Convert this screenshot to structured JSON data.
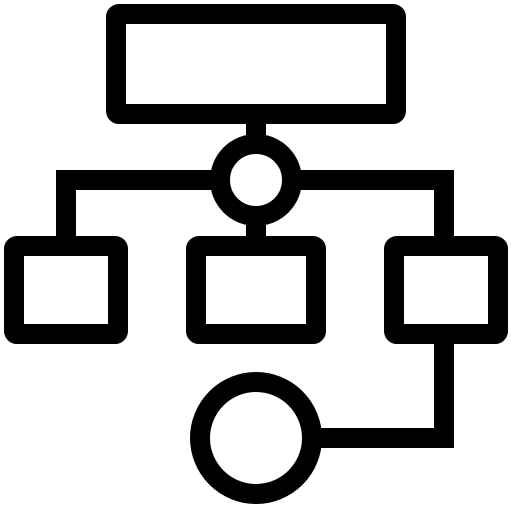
{
  "icon": "flowchart-icon",
  "colors": {
    "stroke": "#000000",
    "background": "#ffffff"
  },
  "nodes": [
    {
      "id": "top",
      "kind": "rectangle"
    },
    {
      "id": "hub",
      "kind": "circle"
    },
    {
      "id": "left",
      "kind": "rectangle"
    },
    {
      "id": "middle",
      "kind": "rectangle"
    },
    {
      "id": "right",
      "kind": "rectangle"
    },
    {
      "id": "bottom",
      "kind": "circle"
    }
  ],
  "edges": [
    {
      "from": "top",
      "to": "hub"
    },
    {
      "from": "hub",
      "to": "left"
    },
    {
      "from": "hub",
      "to": "middle"
    },
    {
      "from": "hub",
      "to": "right"
    },
    {
      "from": "right",
      "to": "bottom"
    }
  ]
}
